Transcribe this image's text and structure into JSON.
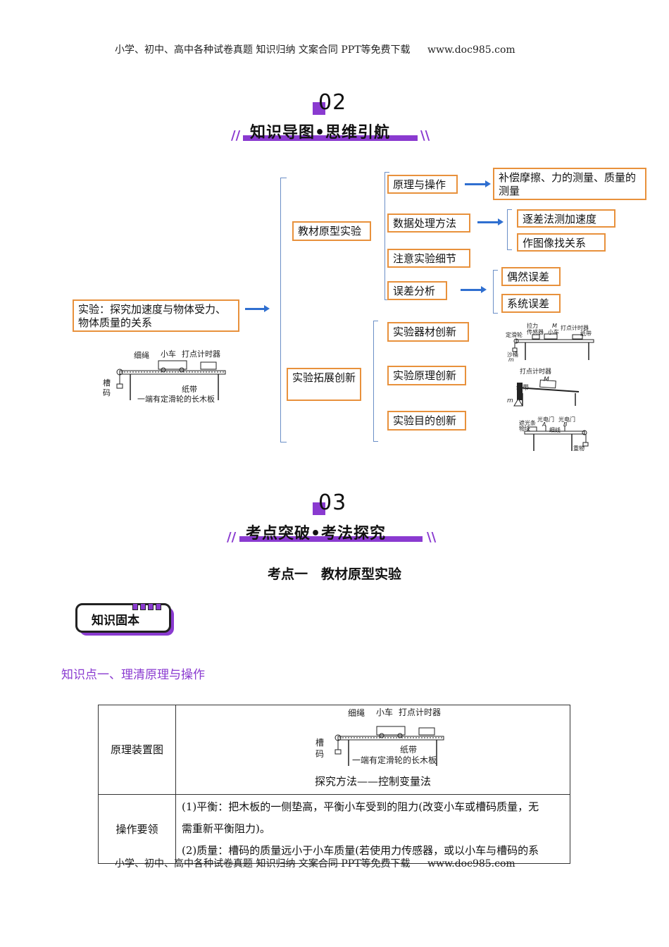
{
  "header": {
    "text": "小学、初中、高中各种试卷真题 知识归纳 文案合同 PPT等免费下载",
    "url": "www.doc985.com"
  },
  "footer": {
    "text": "小学、初中、高中各种试卷真题 知识归纳 文案合同 PPT等免费下载",
    "url": "www.doc985.com"
  },
  "section2": {
    "number": "02",
    "title": "知识导图•思维引航"
  },
  "mindmap": {
    "root": "实验：探究加速度与物体受力、物体质量的关系",
    "root_diagram_labels": {
      "rope": "细绳",
      "cart": "小车",
      "timer": "打点计时器",
      "weight_a": "槽",
      "weight_b": "码",
      "tape": "纸带",
      "board": "一端有定滑轮的长木板"
    },
    "branch1": "教材原型实验",
    "b1_items": [
      "原理与操作",
      "数据处理方法",
      "注意实验细节",
      "误差分析"
    ],
    "b1_principle_detail": "补偿摩擦、力的测量、质量的测量",
    "b1_data_details": [
      "逐差法测加速度",
      "作图像找关系"
    ],
    "b1_error_details": [
      "偶然误差",
      "系统误差"
    ],
    "branch2": "实验拓展创新",
    "b2_items": [
      "实验器材创新",
      "实验原理创新",
      "实验目的创新"
    ],
    "diag1_labels": {
      "a": "拉力",
      "b": "传感器",
      "c": "小车",
      "d": "M",
      "e": "打点计时器",
      "f": "定滑轮",
      "g": "纸带",
      "h": "沙桶",
      "i": "m"
    },
    "diag2_labels": {
      "a": "打点计时器",
      "b": "纸带",
      "c": "M",
      "d": "m"
    },
    "diag3_labels": {
      "a": "遮光条",
      "b": "物块",
      "c": "光电门",
      "d": "光电门",
      "e": "A",
      "f": "B",
      "g": "细线",
      "h": "重物"
    }
  },
  "section3": {
    "number": "03",
    "title": "考点突破•考法探究"
  },
  "topic_heading": "考点一　教材原型实验",
  "badge": "知识固本",
  "knowledge_point": "知识点一、理清原理与操作",
  "table": {
    "row1_label": "原理装置图",
    "row1_caption": "探究方法——控制变量法",
    "row1_diagram_labels": {
      "rope": "细绳",
      "cart": "小车",
      "timer": "打点计时器",
      "weight_a": "槽",
      "weight_b": "码",
      "tape": "纸带",
      "board": "一端有定滑轮的长木板"
    },
    "row2_label": "操作要领",
    "row2_lines": [
      "(1)平衡：把木板的一侧垫高，平衡小车受到的阻力(改变小车或槽码质量，无",
      "需重新平衡阻力)。",
      "(2)质量：槽码的质量远小于小车质量(若使用力传感器，或以小车与槽码的系"
    ]
  }
}
